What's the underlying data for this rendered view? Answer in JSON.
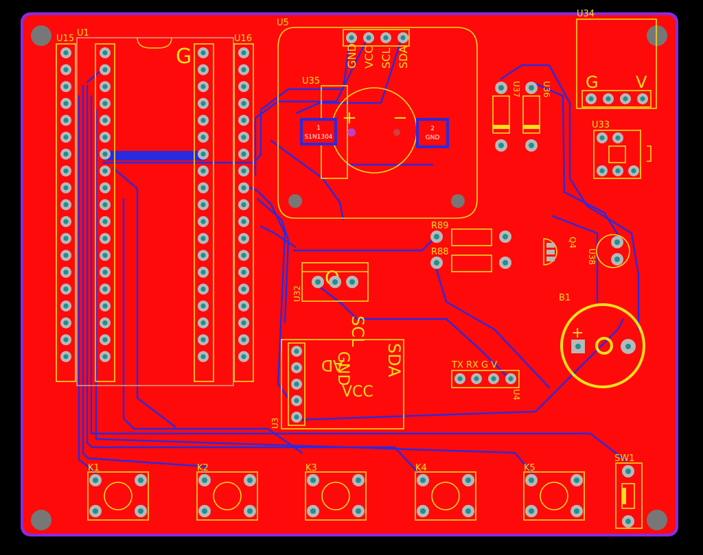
{
  "colors": {
    "background": "#000000",
    "board": "#ff0a0a",
    "outline": "#8a2be2",
    "silkscreen": "#f5e01c",
    "trace": "#2a2adf",
    "pad": "#b8b8b8",
    "hole": "#1f8f8f"
  },
  "labels": {
    "u1": "U1",
    "u15": "U15",
    "u16": "U16",
    "u1_g": "G",
    "u5": "U5",
    "u35": "U35",
    "u34": "U34",
    "u34_g": "G",
    "u34_v": "V",
    "u37": "U37",
    "u36": "U36",
    "u33": "U33",
    "r89": "R89",
    "r88": "R88",
    "q4": "Q4",
    "u38": "U38",
    "b1": "B1",
    "b1_plus": "+",
    "u32": "U32",
    "u3": "U3",
    "u4": "U4",
    "sw1": "SW1",
    "k1": "K1",
    "k2": "K2",
    "k3": "K3",
    "k4": "K4",
    "k5": "K5",
    "u35_plus": "+",
    "u35_minus": "−",
    "u35_pad1_num": "1",
    "u35_pad1_name": "S1N1304",
    "u35_pad2_num": "2",
    "u35_pad2_name": "GND",
    "u5_pins": [
      "GND",
      "VCC",
      "SCL",
      "SDA"
    ],
    "u4_pins": "TX RX G V",
    "u3_pins": [
      "SCL",
      "SDA",
      "GND",
      "VCC"
    ],
    "u3_ad": "AD",
    "u32_mark": "O"
  }
}
